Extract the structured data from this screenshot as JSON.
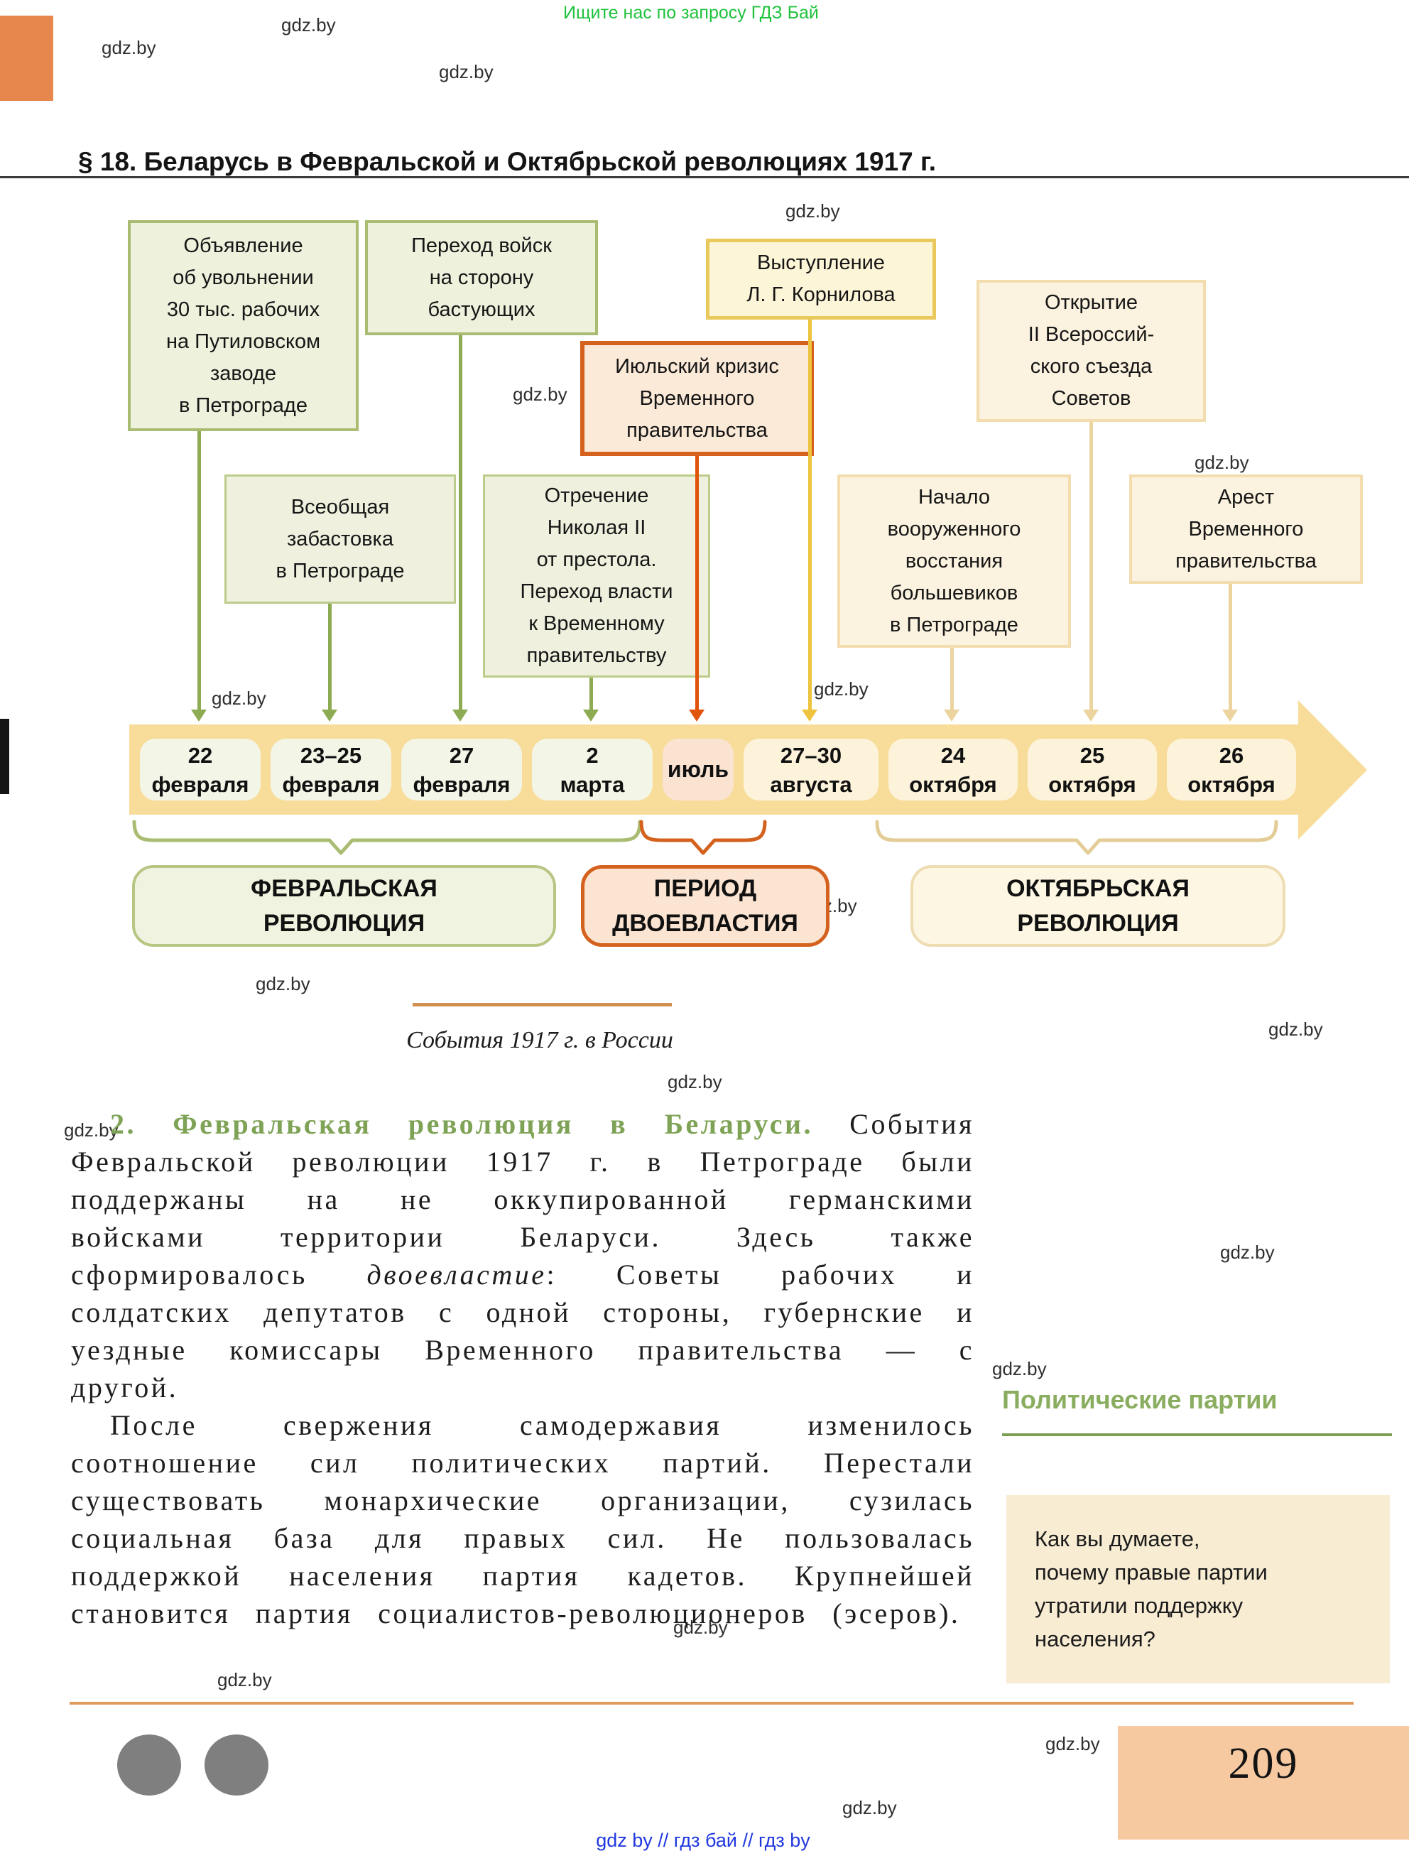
{
  "watermark": "gdz.by",
  "promo_top": "Ищите нас по запросу ГДЗ Бай",
  "header": {
    "title": "§ 18. Беларусь в Февральской и Октябрьской революциях 1917 г."
  },
  "colors": {
    "accent_green": "#8cab52",
    "accent_orange": "#e0540e",
    "accent_yellow": "#eec33d",
    "accent_tan": "#ecd49f",
    "timeline_band": "#f8dc9a",
    "corner_orange": "#e8874d",
    "promo_green": "#1fc23c",
    "link_blue": "#2038df",
    "page_number_block": "#f6c9a1",
    "heading_green": "#8aad60"
  },
  "diagram": {
    "boxes": {
      "putilov": "Объявление\nоб увольнении\n30 тыс. рабочих\nна Путиловском\nзаводе\nв Петрограде",
      "troops": "Переход войск\nна сторону\nбастующих",
      "kornilov": "Выступление\nЛ. Г. Корнилова",
      "july_crisis": "Июльский кризис\nВременного\nправительства",
      "congress": "Открытие\nII Всероссий-\nского съезда\nСоветов",
      "strike": "Всеобщая\nзабастовка\nв Петрограде",
      "abdication": "Отречение\nНиколая II\nот престола.\nПереход власти\nк Временному\nправительству",
      "uprising": "Начало\nвооруженного\nвосстания\nбольшевиков\nв Петрограде",
      "arrest": "Арест\nВременного\nправительства"
    },
    "timeline": {
      "dates": [
        "22\nфевраля",
        "23–25\nфевраля",
        "27\nфевраля",
        "2\nмарта",
        "июль",
        "27–30\nавгуста",
        "24\nоктября",
        "25\nоктября",
        "26\nоктября"
      ]
    },
    "periods": {
      "february": "ФЕВРАЛЬСКАЯ\nРЕВОЛЮЦИЯ",
      "dual_power": "ПЕРИОД\nДВОЕВЛАСТИЯ",
      "october": "ОКТЯБРЬСКАЯ\nРЕВОЛЮЦИЯ"
    },
    "caption": "События 1917 г. в России"
  },
  "body": {
    "heading": "2. Февральская революция в Беларуси.",
    "p1a": "События Февральской революции 1917 г. в Петрограде были поддержаны на не оккупированной германскими войсками территории Беларуси. Здесь также сформировалось ",
    "p1_italic": "двоевластие",
    "p1b": ": Советы рабочих и солдатских депутатов с одной стороны, губернские и уездные комиссары Временного правительства — с другой.",
    "p2": "После свержения самодержавия изменилось соотношение сил политических партий. Перестали существовать монархические организации, сузилась социальная база для правых сил. Не пользовалась поддержкой населения партия кадетов. Крупнейшей становится партия социалистов-революционеров (эсеров)."
  },
  "sidebar": {
    "heading": "Политические партии",
    "question": "Как вы думаете,\nпочему правые партии\nутратили поддержку\nнаселения?"
  },
  "footer": {
    "page_number": "209",
    "links": "gdz by  //  гдз бай  //  гдз by"
  }
}
